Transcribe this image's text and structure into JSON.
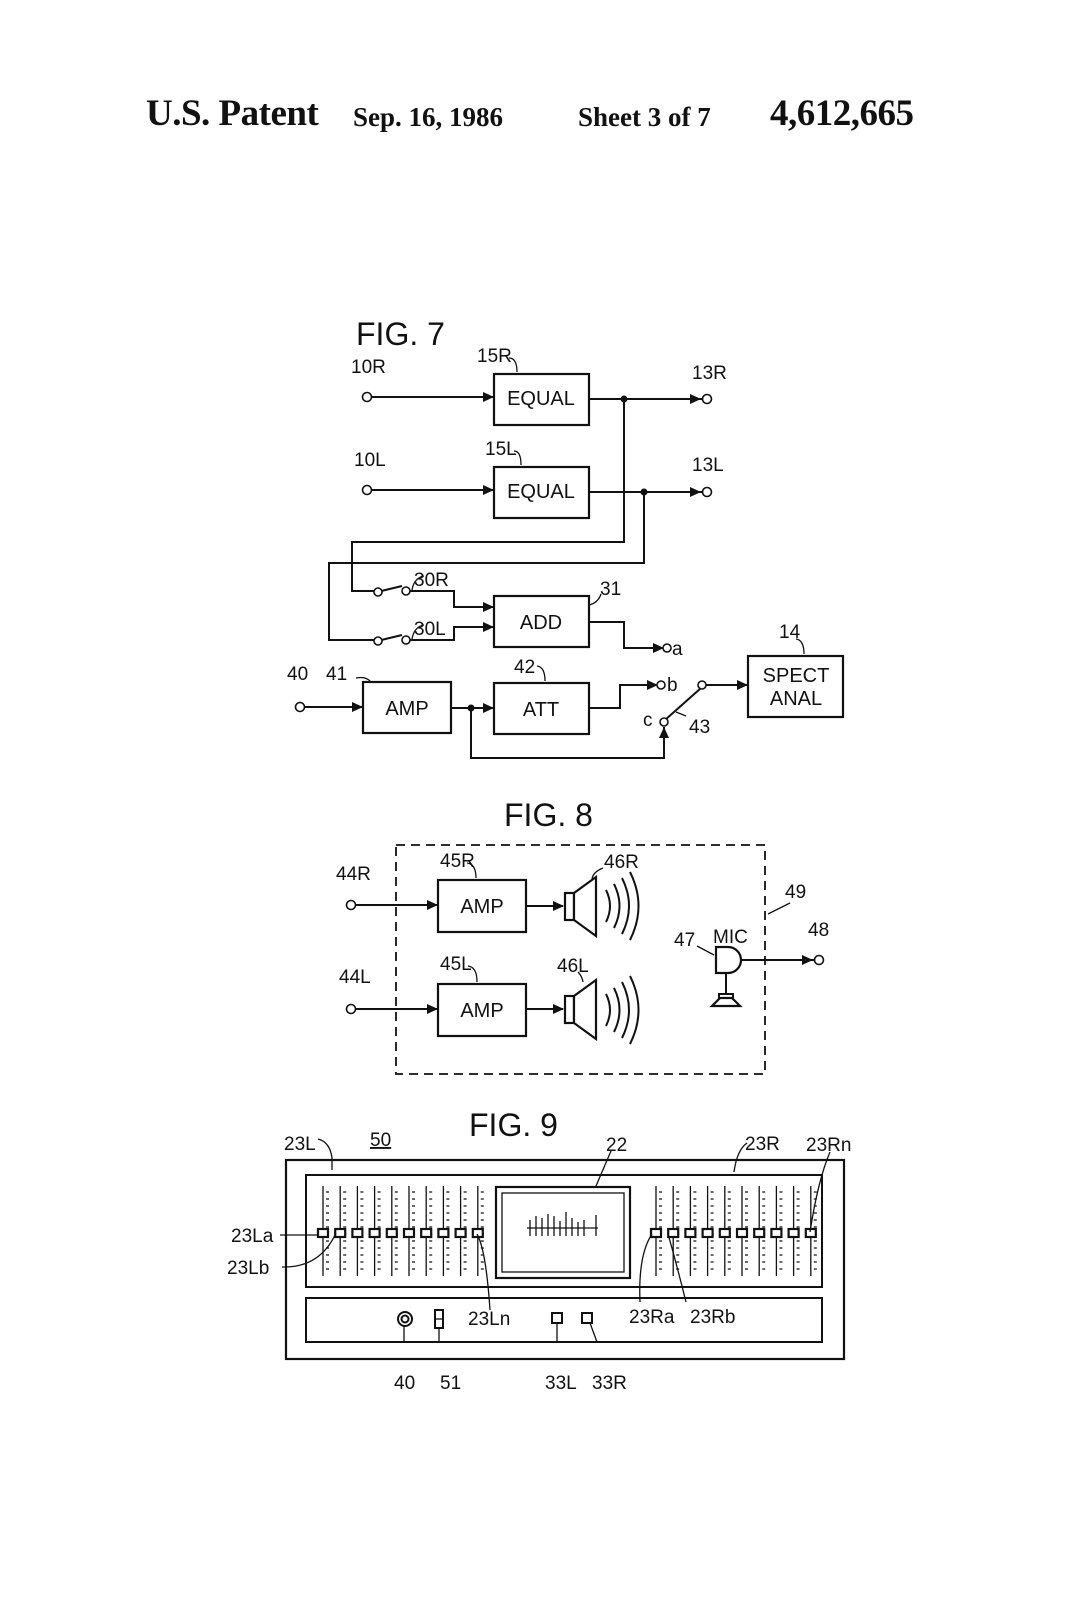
{
  "header": {
    "patent": "U.S. Patent",
    "date": "Sep. 16, 1986",
    "sheet": "Sheet 3 of 7",
    "number": "4,612,665"
  },
  "fig7": {
    "title": "FIG. 7",
    "labels": {
      "in_r": "10R",
      "in_l": "10L",
      "eq_r_ref": "15R",
      "eq_l_ref": "15L",
      "out_r": "13R",
      "out_l": "13L",
      "sw_r": "30R",
      "sw_l": "30L",
      "add_ref": "31",
      "term_a": "a",
      "term_b": "b",
      "term_c": "c",
      "spect_ref": "14",
      "in_mic": "40",
      "amp_ref": "41",
      "att_ref": "42",
      "selector_ref": "43"
    },
    "boxes": {
      "equal_r": "EQUAL",
      "equal_l": "EQUAL",
      "add": "ADD",
      "amp": "AMP",
      "att": "ATT",
      "spect_line1": "SPECT",
      "spect_line2": "ANAL"
    }
  },
  "fig8": {
    "title": "FIG. 8",
    "labels": {
      "in_r": "44R",
      "in_l": "44L",
      "amp_r_ref": "45R",
      "amp_l_ref": "45L",
      "spk_r_ref": "46R",
      "spk_l_ref": "46L",
      "enclosure_ref": "49",
      "mic_ref": "47",
      "mic_text": "MIC",
      "out": "48"
    },
    "boxes": {
      "amp_r": "AMP",
      "amp_l": "AMP"
    }
  },
  "fig9": {
    "title": "FIG. 9",
    "labels": {
      "left_bank": "23L",
      "device": "50",
      "display": "22",
      "right_bank": "23R",
      "right_n": "23Rn",
      "left_a": "23La",
      "left_b": "23Lb",
      "left_n": "23Ln",
      "right_a": "23Ra",
      "right_b": "23Rb",
      "jack": "40",
      "switch": "51",
      "button_l": "33L",
      "button_r": "33R"
    }
  }
}
